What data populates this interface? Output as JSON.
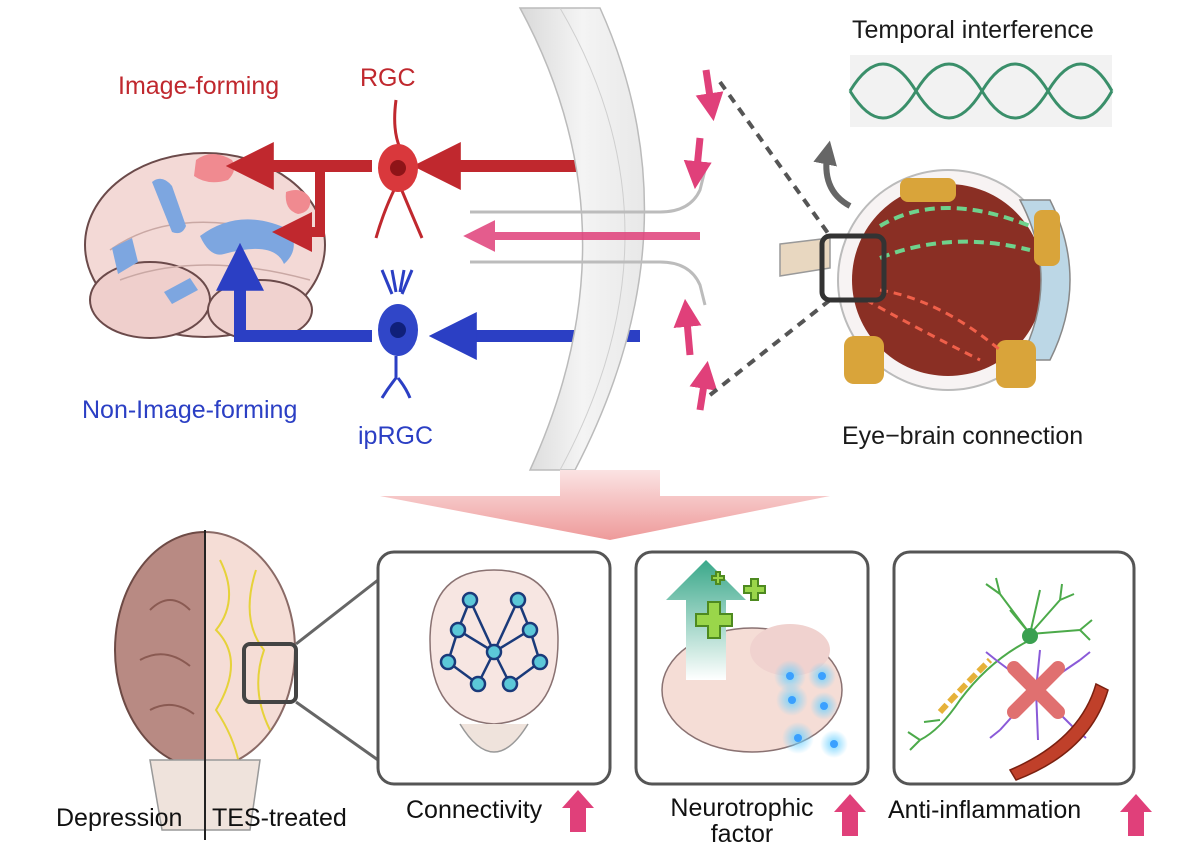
{
  "labels": {
    "image_forming": "Image-forming",
    "rgc": "RGC",
    "non_image_forming": "Non-Image-forming",
    "iprgc": "ipRGC",
    "temporal_interference": "Temporal interference",
    "eye_brain_connection": "Eye−brain connection",
    "depression": "Depression",
    "tes_treated": "TES-treated",
    "connectivity": "Connectivity",
    "neurotrophic_factor": "Neurotrophic factor",
    "anti_inflammation": "Anti-inflammation"
  },
  "colors": {
    "image_forming": "#c0282e",
    "non_image_forming": "#2b3fc4",
    "wave": "#3a8f6a",
    "pink_arrow": "#e0407a",
    "brain": "#f3d9d6",
    "region_blue": "#7da6e0",
    "node": "#5cc8d8"
  }
}
